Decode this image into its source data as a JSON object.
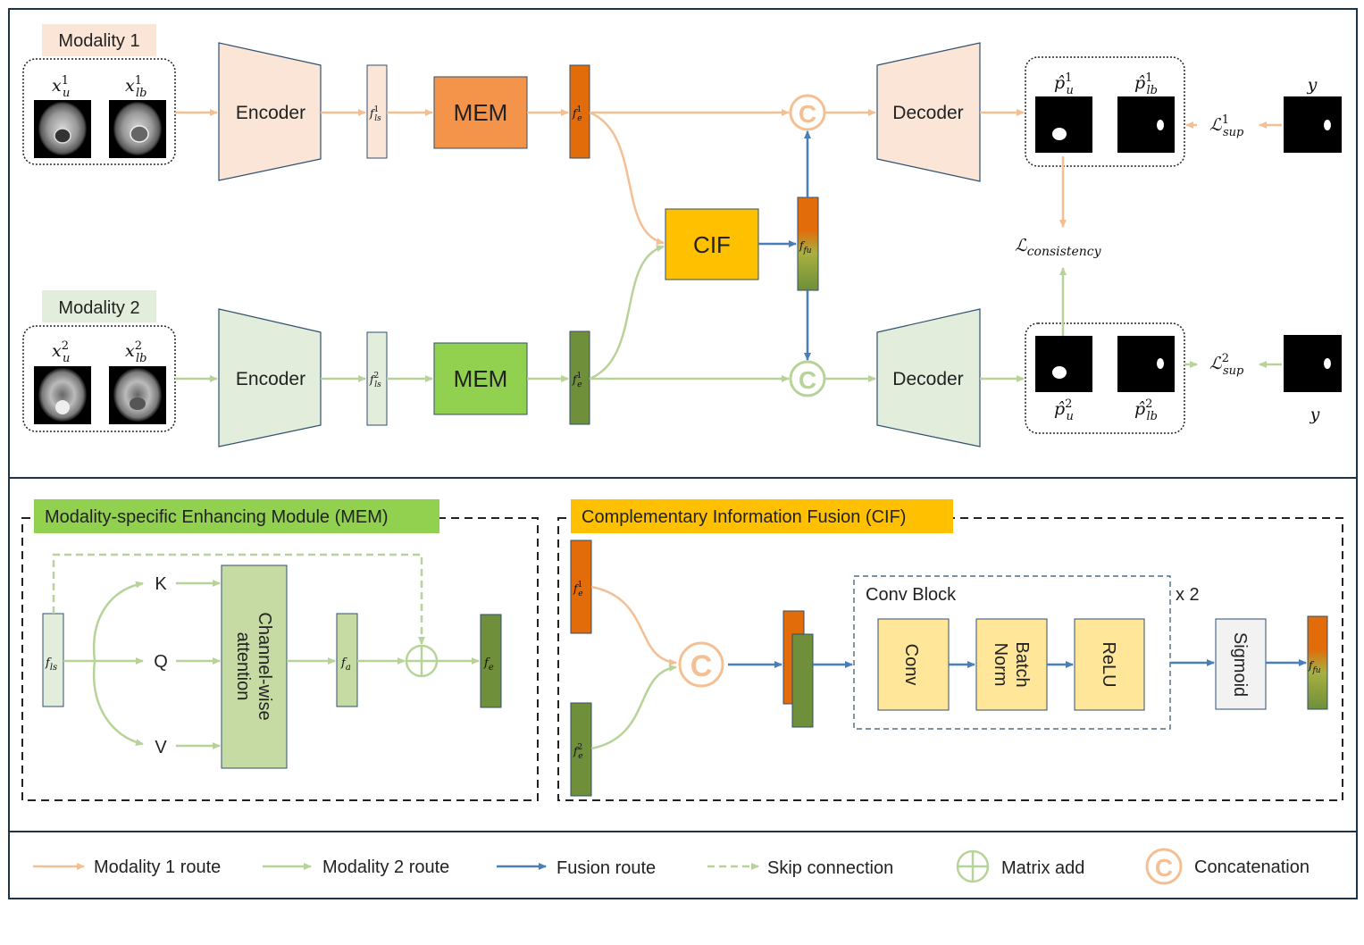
{
  "top": {
    "modality1": {
      "label": "Modality 1",
      "xu": "x",
      "xu_sup": "1",
      "xu_sub": "u",
      "xlb": "x",
      "xlb_sup": "1",
      "xlb_sub": "lb"
    },
    "modality2": {
      "label": "Modality 2",
      "xu": "x",
      "xu_sup": "2",
      "xu_sub": "u",
      "xlb": "x",
      "xlb_sup": "2",
      "xlb_sub": "lb"
    },
    "encoder_label": "Encoder",
    "decoder_label": "Decoder",
    "mem_label": "MEM",
    "cif_label": "CIF",
    "fls1": {
      "base": "f",
      "sub": "ls",
      "sup": "1"
    },
    "fls2": {
      "base": "f",
      "sub": "ls",
      "sup": "2"
    },
    "fe1": {
      "base": "f",
      "sub": "e",
      "sup": "1"
    },
    "fe2": {
      "base": "f",
      "sub": "e",
      "sup": "1"
    },
    "ffu": {
      "base": "f",
      "sub": "fu"
    },
    "concat_symbol": "C",
    "pu1": {
      "base": "p̂",
      "sub": "u",
      "sup": "1"
    },
    "plb1": {
      "base": "p̂",
      "sub": "lb",
      "sup": "1"
    },
    "pu2": {
      "base": "p̂",
      "sub": "u",
      "sup": "2"
    },
    "plb2": {
      "base": "p̂",
      "sub": "lb",
      "sup": "2"
    },
    "lsup1": {
      "base": "ℒ",
      "sub": "sup",
      "sup": "1"
    },
    "lsup2": {
      "base": "ℒ",
      "sub": "sup",
      "sup": "2"
    },
    "lcons": {
      "base": "ℒ",
      "sub": "consistency"
    },
    "y1": "y",
    "y2": "y"
  },
  "mem_panel": {
    "title": "Modality-specific Enhancing Module (MEM)",
    "k": "K",
    "q": "Q",
    "v": "V",
    "attention_line1": "Channel-wise",
    "attention_line2": "attention",
    "fls": {
      "base": "f",
      "sub": "ls"
    },
    "fa": {
      "base": "f",
      "sub": "a"
    },
    "fe": {
      "base": "f",
      "sub": "e"
    }
  },
  "cif_panel": {
    "title": "Complementary Information Fusion (CIF)",
    "conv_block_title": "Conv Block",
    "repeat": "x 2",
    "conv": "Conv",
    "batchnorm_line1": "Batch",
    "batchnorm_line2": "Norm",
    "relu": "ReLU",
    "sigmoid": "Sigmoid",
    "fe1": {
      "base": "f",
      "sub": "e",
      "sup": "1"
    },
    "fe2": {
      "base": "f",
      "sub": "e",
      "sup": "2"
    },
    "ffu": {
      "base": "f",
      "sub": "fu"
    },
    "concat_symbol": "C"
  },
  "legend": {
    "modality1": "Modality 1 route",
    "modality2": "Modality 2 route",
    "fusion": "Fusion route",
    "skip": "Skip connection",
    "add": "Matrix add",
    "concat": "Concatenation",
    "concat_symbol": "C"
  },
  "colors": {
    "mod1_route": "#f5bf94",
    "mod2_route": "#b8d39a",
    "fusion_route": "#4a7ebb",
    "mod1_fill": "#fbe5d6",
    "mod2_fill": "#e2eedb",
    "mem1": "#f4944a",
    "mem2": "#92d050",
    "cif": "#ffc000",
    "fe1": "#e26b0a",
    "fe2": "#6f8f3a",
    "conv_block": "#ffe699",
    "attention": "#c5dba3",
    "mem_title_bg": "#92d050",
    "cif_title_bg": "#ffc000"
  }
}
